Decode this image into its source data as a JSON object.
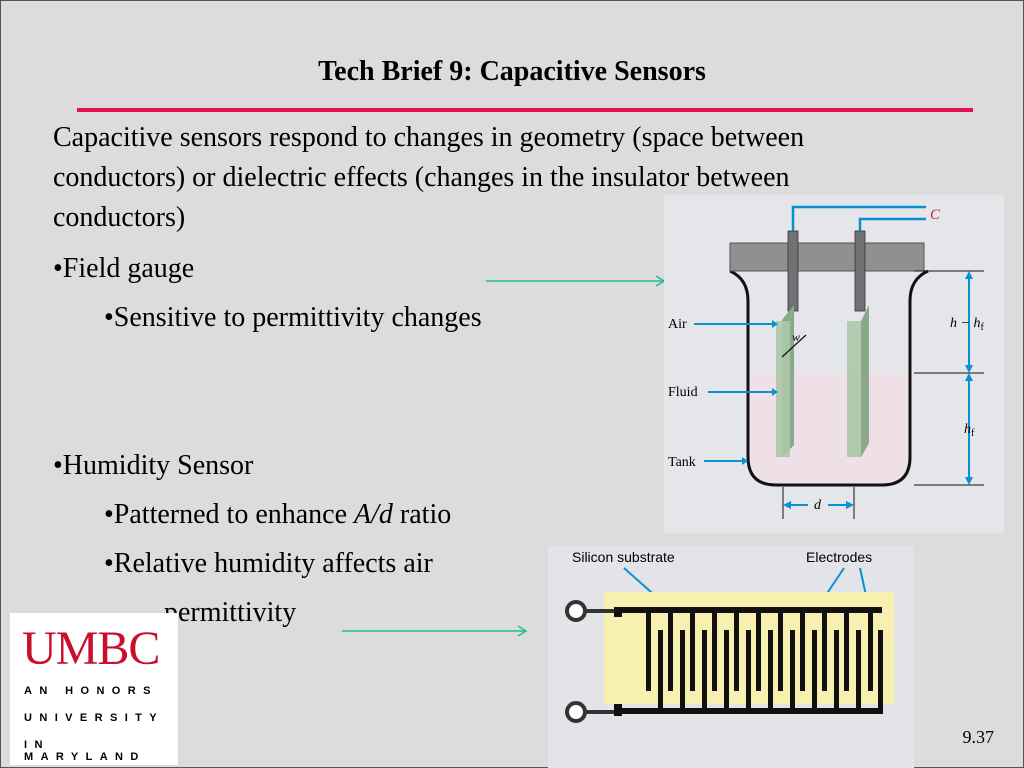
{
  "slide": {
    "title": "Tech Brief 9: Capacitive Sensors",
    "intro_lines": [
      "Capacitive sensors respond to changes in geometry (space between",
      "conductors) or dielectric effects (changes in the insulator between",
      "conductors)"
    ],
    "bullet_field_gauge": "•Field gauge",
    "sub_sensitive": "•Sensitive to permittivity changes",
    "bullet_humidity": "•Humidity Sensor",
    "sub_patterned_pre": "•Patterned to enhance ",
    "sub_patterned_em": "A/d",
    "sub_patterned_post": " ratio",
    "sub_relative_1": "•Relative humidity affects air",
    "sub_relative_2": "permittivity",
    "page_number": "9.37"
  },
  "tank_figure": {
    "capacitor_label": "C",
    "air_label": "Air",
    "fluid_label": "Fluid",
    "tank_label": "Tank",
    "width_label": "w",
    "gap_label": "d",
    "h_minus_hf": "h − h",
    "hf": "h",
    "subscript_f": "f"
  },
  "humidity_figure": {
    "substrate_label": "Silicon substrate",
    "electrodes_label": "Electrodes"
  },
  "logo": {
    "word": "UMBC",
    "line1": "AN HONORS",
    "line2": "UNIVERSITY",
    "line3": "IN MARYLAND"
  },
  "colors": {
    "title_rule": "#e8114f",
    "arrow": "#1fbf8f",
    "wire_blue": "#0a8fd6",
    "fluid": "#efdfe6",
    "electrode": "#aac8a8",
    "umbc_red": "#c8102e",
    "substrate": "#f8f0b0"
  }
}
